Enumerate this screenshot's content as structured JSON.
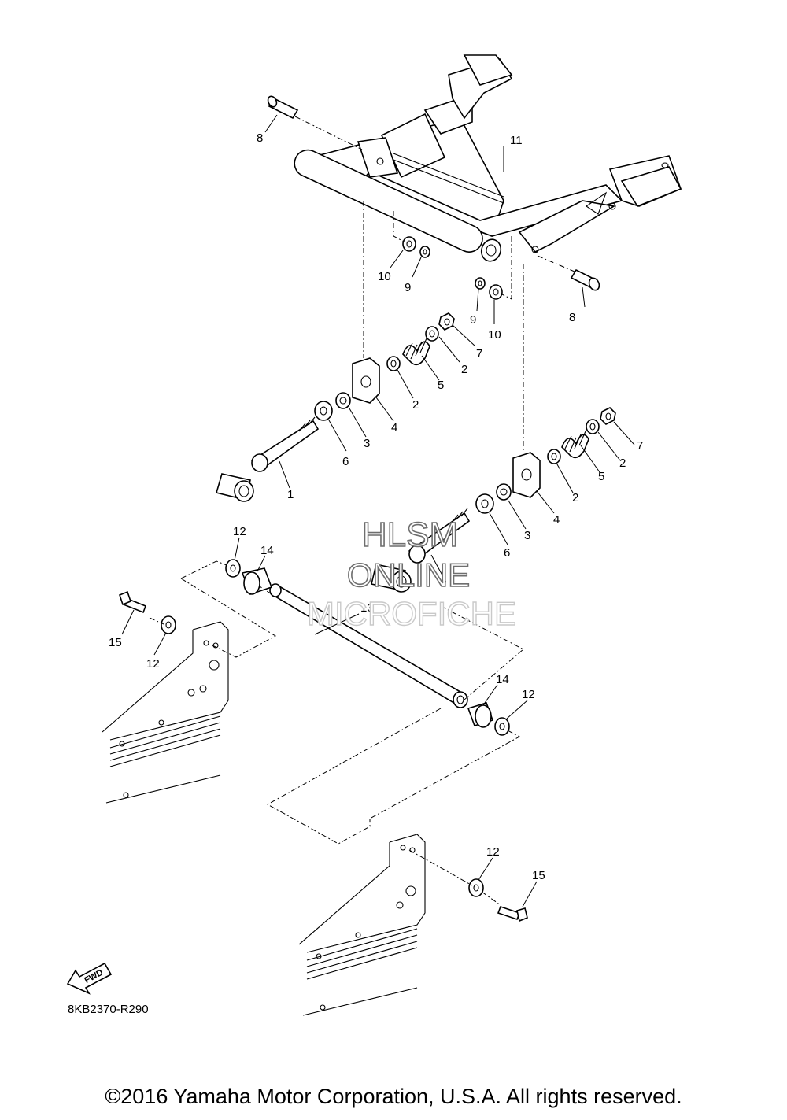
{
  "diagram": {
    "watermark": {
      "line1": "HLSM",
      "line2": "ONLINE",
      "line3": "MICROFICHE"
    },
    "fwd_badge": "FWD",
    "reference_code": "8KB2370-R290",
    "callouts": {
      "c1": "1",
      "c2a": "2",
      "c2b": "2",
      "c2c": "2",
      "c2d": "2",
      "c3a": "3",
      "c3b": "3",
      "c4a": "4",
      "c4b": "4",
      "c5a": "5",
      "c5b": "5",
      "c6a": "6",
      "c6b": "6",
      "c7a": "7",
      "c7b": "7",
      "c8a": "8",
      "c8b": "8",
      "c9a": "9",
      "c9b": "9",
      "c10a": "10",
      "c10b": "10",
      "c11": "11",
      "c12a": "12",
      "c12b": "12",
      "c12c": "12",
      "c12d": "12",
      "c13": "13",
      "c14a": "14",
      "c14b": "14",
      "c15a": "15",
      "c15b": "15"
    }
  },
  "footer": {
    "copyright": "©2016 Yamaha Motor Corporation, U.S.A. All rights reserved."
  }
}
